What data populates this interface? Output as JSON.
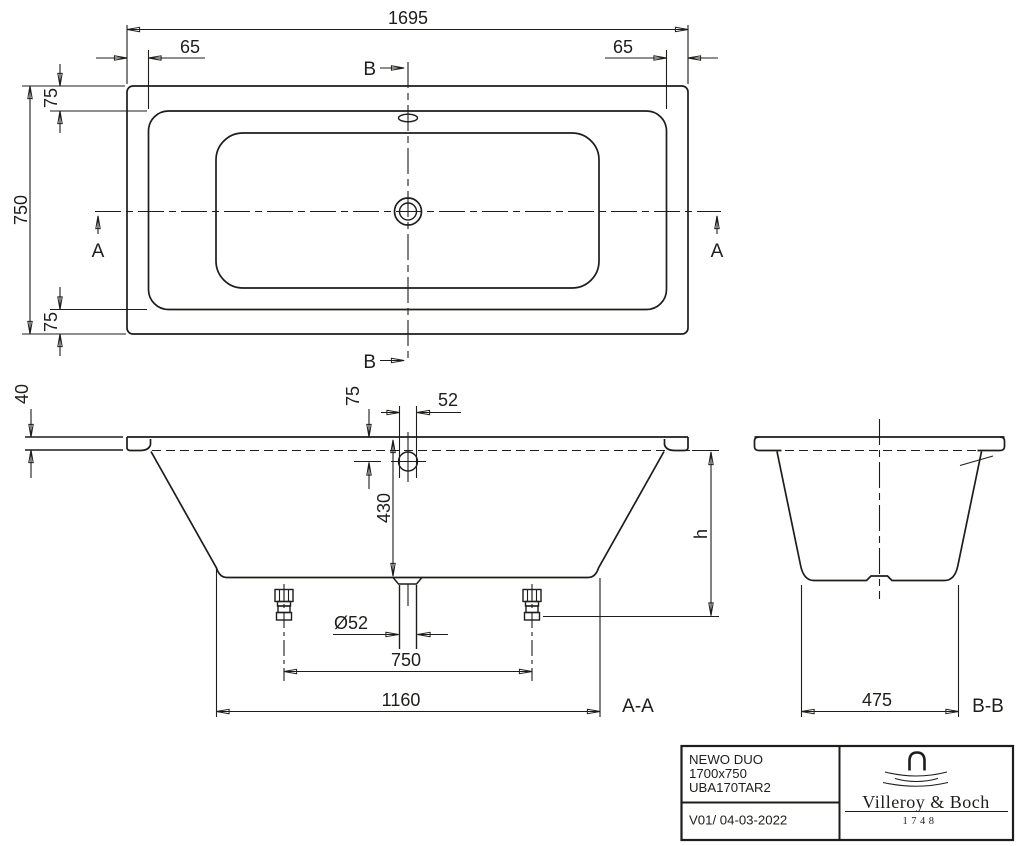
{
  "meta": {
    "background": "#ffffff",
    "ink": "#1d1d1b",
    "drawing_type": "bathtub technical drawing"
  },
  "top_view": {
    "dim_total_length": "1695",
    "dim_edge_left": "65",
    "dim_edge_right": "65",
    "dim_total_width": "750",
    "dim_rim_top": "75",
    "dim_rim_bottom": "75",
    "section_b_top": "B",
    "section_b_bottom": "B",
    "section_a_left": "A",
    "section_a_right": "A"
  },
  "section_aa": {
    "label": "A-A",
    "dim_rim_thickness": "40",
    "dim_overflow_offset": "75",
    "dim_overflow_width": "52",
    "dim_inner_depth": "430",
    "dim_drain_diameter": "Ø52",
    "dim_feet_distance": "750",
    "dim_support_length": "1160",
    "dim_install_height": "h"
  },
  "section_bb": {
    "label": "B-B",
    "dim_bottom_width": "475"
  },
  "title_block": {
    "model": "NEWO DUO",
    "size": "1700x750",
    "article": "UBA170TAR2",
    "revision": "V01/ 04-03-2022",
    "brand": "Villeroy & Boch",
    "founded": "1748"
  }
}
